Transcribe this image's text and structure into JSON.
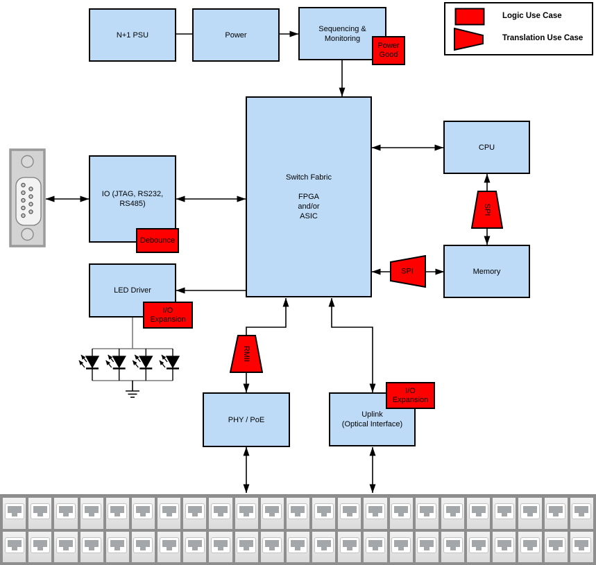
{
  "legend": {
    "logic": {
      "label": "Logic Use Case"
    },
    "translation": {
      "label": "Translation Use Case"
    }
  },
  "blocks": {
    "psu": "N+1 PSU",
    "power": "Power",
    "sequencing": "Sequencing &\nMonitoring",
    "switch_fabric": "Switch Fabric\n\nFPGA\nand/or\nASIC",
    "cpu": "CPU",
    "memory": "Memory",
    "io": "IO (JTAG, RS232,\nRS485)",
    "led_driver": "LED Driver",
    "phy": "PHY / PoE",
    "uplink": "Uplink\n(Optical Interface)"
  },
  "logic_tags": {
    "power_good": "Power\nGood",
    "debounce": "Debounce",
    "io_expansion_led": "I/O\nExpansion",
    "io_expansion_uplink": "I/O\nExpansion"
  },
  "translation_tags": {
    "spi_cpu": "SPI",
    "spi_memory": "SPI",
    "rmii": "RMII"
  },
  "colors": {
    "block_fill": "#BDDBF7",
    "tag_fill": "#FF0000",
    "connector": "#000000"
  },
  "ports": {
    "rows": 2,
    "columns": 23
  }
}
